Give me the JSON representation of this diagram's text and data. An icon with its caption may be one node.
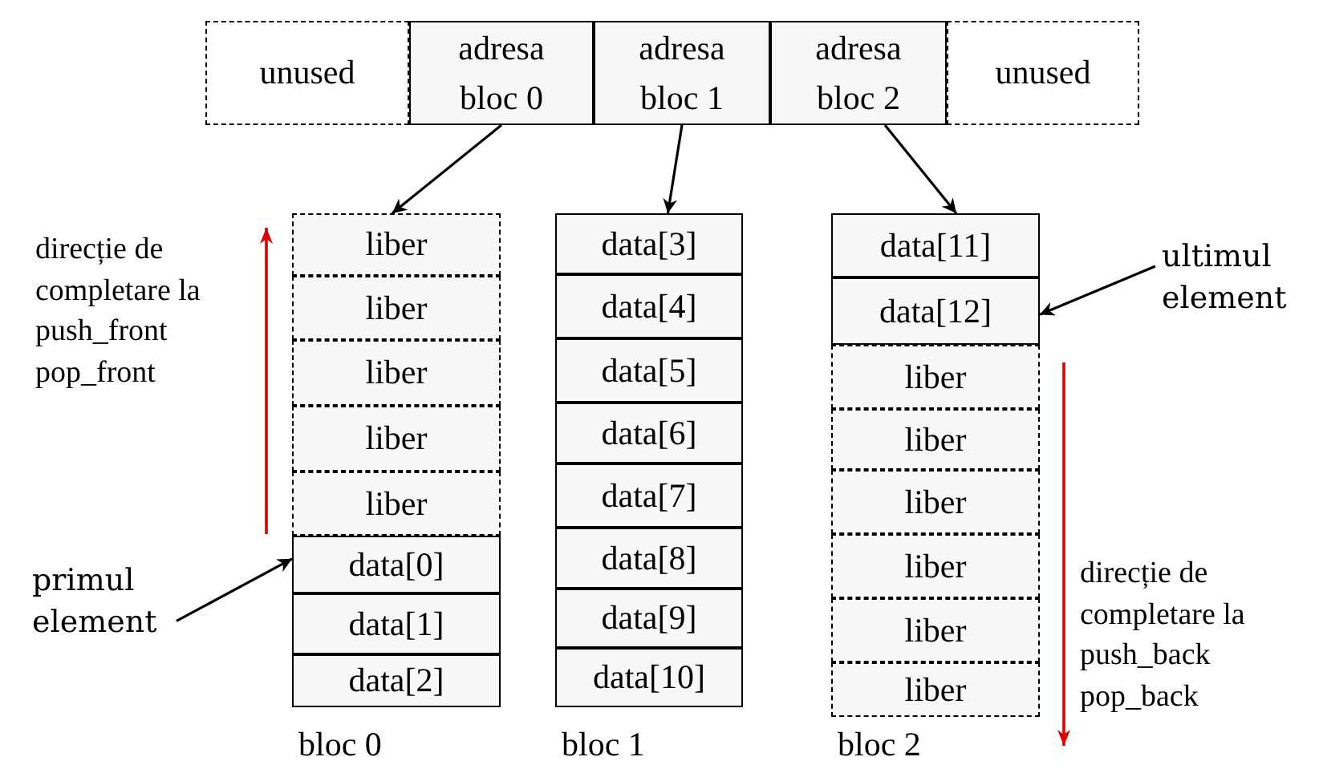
{
  "diagram": {
    "nodes": [
      {
        "text": [
          "unused"
        ]
      },
      {
        "text": [
          "adresa bloc 0"
        ]
      },
      {
        "text": [
          "adresa bloc 1"
        ]
      },
      {
        "text": [
          "adresa bloc 2"
        ]
      },
      {
        "text": [
          "unused"
        ]
      },
      {
        "text": [
          "liber"
        ]
      },
      {
        "text": [
          "liber"
        ]
      },
      {
        "text": [
          "liber"
        ]
      },
      {
        "text": [
          "liber"
        ]
      },
      {
        "text": [
          "liber"
        ]
      },
      {
        "text": [
          "data[0]"
        ]
      },
      {
        "text": [
          "data[1]"
        ]
      },
      {
        "text": [
          "data[2]"
        ]
      },
      {
        "text": [
          "data[3]"
        ]
      },
      {
        "text": [
          "data[4]"
        ]
      },
      {
        "text": [
          "data[5]"
        ]
      },
      {
        "text": [
          "data[6]"
        ]
      },
      {
        "text": [
          "data[7]"
        ]
      },
      {
        "text": [
          "data[8]"
        ]
      },
      {
        "text": [
          "data[9]"
        ]
      },
      {
        "text": [
          "data[10]"
        ]
      },
      {
        "text": [
          "data[11]"
        ]
      },
      {
        "text": [
          "data[12]"
        ]
      },
      {
        "text": [
          "liber"
        ]
      },
      {
        "text": [
          "liber"
        ]
      },
      {
        "text": [
          "liber"
        ]
      },
      {
        "text": [
          "liber"
        ]
      },
      {
        "text": [
          "liber"
        ]
      },
      {
        "text": [
          "liber"
        ]
      },
      {
        "text": [
          "primul element"
        ]
      },
      {
        "text": [
          "ultimul element"
        ]
      }
    ],
    "edges": [
      {
        "from": 1,
        "to": 5,
        "arrow": "to"
      },
      {
        "from": 2,
        "to": 13,
        "arrow": "to"
      },
      {
        "from": 3,
        "to": 21,
        "arrow": "to"
      },
      {
        "from": 29,
        "to": 10,
        "arrow": "to"
      },
      {
        "from": 30,
        "to": 22,
        "arrow": "to"
      }
    ],
    "labels": [
      "direcție de completare la push_front pop_front",
      "bloc 0",
      "bloc 1",
      "bloc 2",
      "direcție de completare la push_back pop_back"
    ]
  }
}
